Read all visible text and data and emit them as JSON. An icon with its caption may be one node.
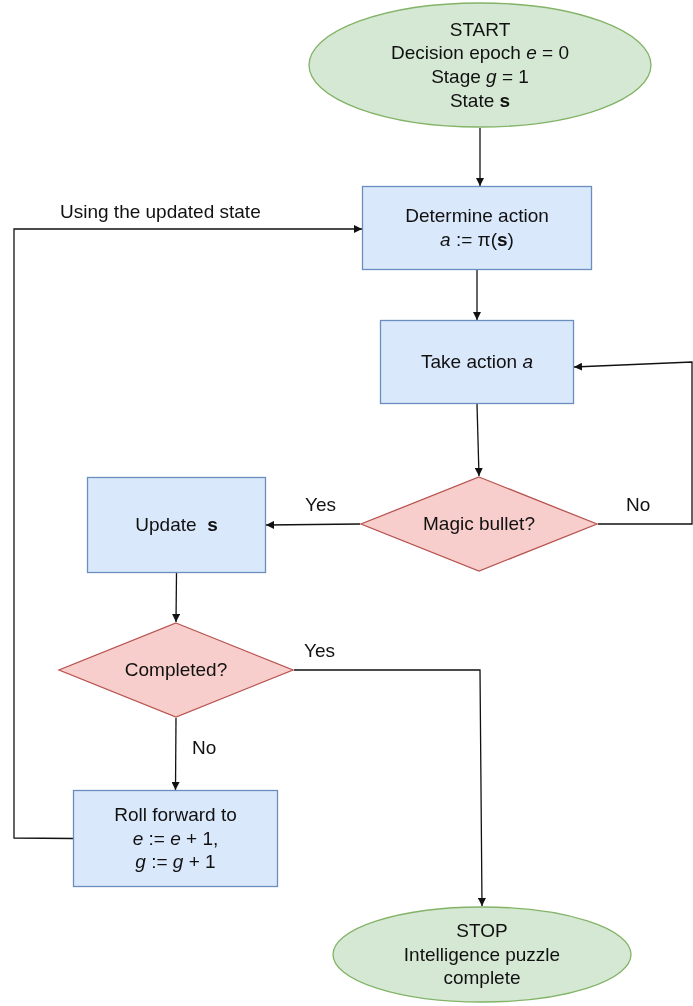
{
  "diagram": {
    "nodes": [
      {
        "text": [
          "START",
          "Decision epoch *e* = 0",
          "Stage *g* = 1",
          "State **s**"
        ]
      },
      {
        "text": [
          "Determine action",
          "*a* := π(**s**)"
        ]
      },
      {
        "text": [
          "Take action *a*"
        ]
      },
      {
        "text": [
          "Magic bullet?"
        ]
      },
      {
        "text": [
          "Update  **s**"
        ]
      },
      {
        "text": [
          "Completed?"
        ]
      },
      {
        "text": [
          "Roll forward to",
          "*e* := *e* + 1,",
          "*g* := *g* + 1"
        ]
      },
      {
        "text": [
          "STOP",
          "Intelligence puzzle complete"
        ]
      }
    ],
    "edges": [
      {
        "from": 0,
        "to": 1,
        "arrow": "to"
      },
      {
        "from": 1,
        "to": 2,
        "arrow": "to"
      },
      {
        "from": 2,
        "to": 3,
        "arrow": "to"
      },
      {
        "from": 3,
        "to": 4,
        "arrow": "to",
        "label": "Yes"
      },
      {
        "from": 3,
        "to": 2,
        "arrow": "to",
        "label": "No"
      },
      {
        "from": 4,
        "to": 5,
        "arrow": "to"
      },
      {
        "from": 5,
        "to": 7,
        "arrow": "to",
        "label": "Yes"
      },
      {
        "from": 5,
        "to": 6,
        "arrow": "to",
        "label": "No"
      },
      {
        "from": 6,
        "to": 1,
        "arrow": "to",
        "label": "Using the updated state"
      }
    ]
  }
}
